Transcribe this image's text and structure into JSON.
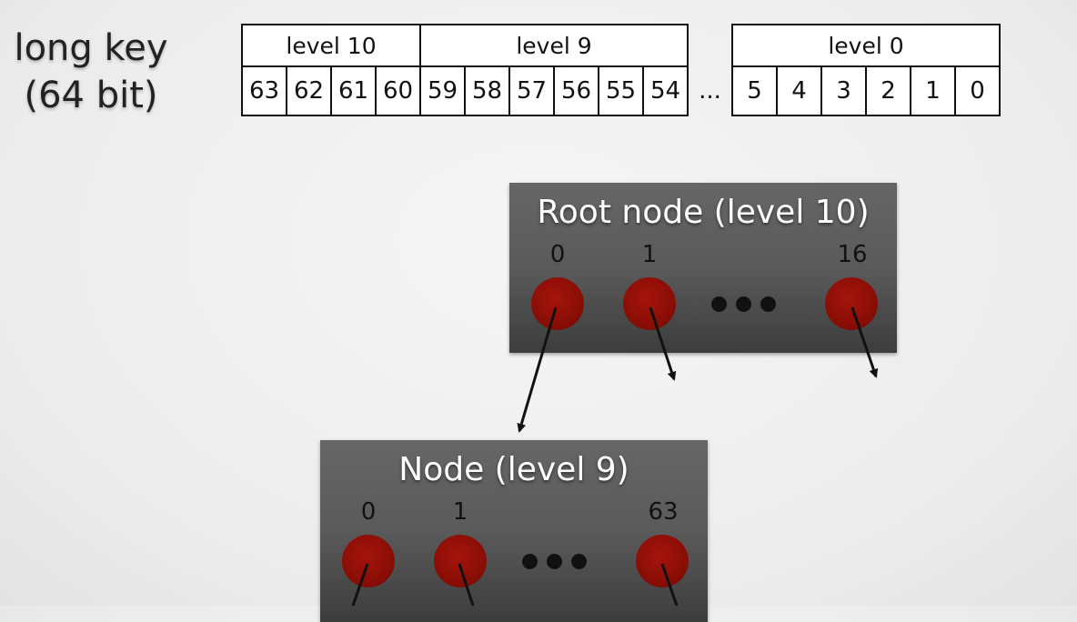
{
  "key_label": {
    "line1": "long key",
    "line2": "(64 bit)"
  },
  "levels": [
    {
      "label": "level 10"
    },
    {
      "label": "level 9"
    },
    {
      "label": "level 0"
    }
  ],
  "bits": [
    "63",
    "62",
    "61",
    "60",
    "59",
    "58",
    "57",
    "56",
    "55",
    "54",
    "...",
    "5",
    "4",
    "3",
    "2",
    "1",
    "0"
  ],
  "root_node": {
    "title": "Root node (level 10)",
    "slots": [
      "0",
      "1",
      "16"
    ]
  },
  "child_node": {
    "title": "Node (level 9)",
    "slots": [
      "0",
      "1",
      "63"
    ]
  },
  "colors": {
    "slot": "#8a0e06",
    "node_top": "#666666",
    "node_bottom": "#3d3d3d"
  }
}
